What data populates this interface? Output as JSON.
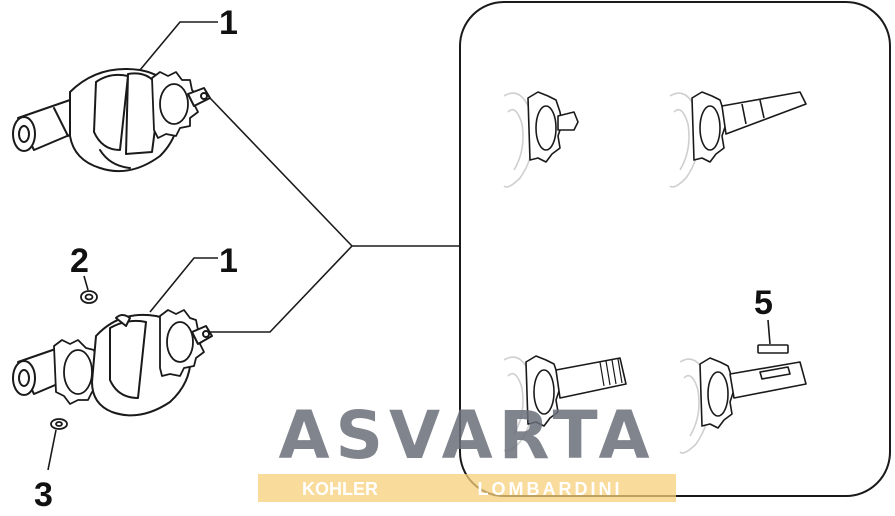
{
  "callouts": {
    "part_1_top": "1",
    "part_1_bottom": "1",
    "part_2": "2",
    "part_3": "3",
    "part_5": "5"
  },
  "watermark": {
    "text": "ASVARTA",
    "brand_left": "KOHLER",
    "brand_right": "LOMBARDINI",
    "text_color": "#6b6f7a",
    "banner_color": "#f7cf7a"
  },
  "colors": {
    "line": "#1a1a1a",
    "faded_part": "#c9c9c9"
  }
}
